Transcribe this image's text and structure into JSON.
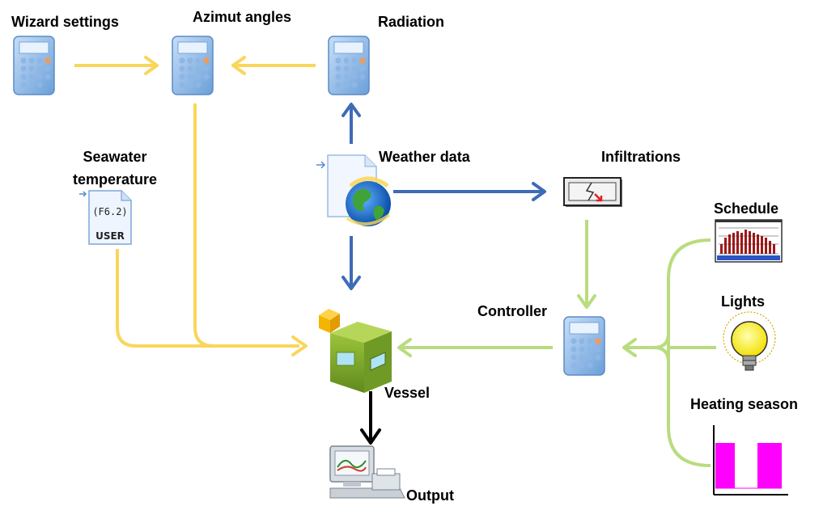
{
  "nodes": {
    "wizard_settings": {
      "label": "Wizard settings",
      "icon": "calculator-icon"
    },
    "azimut_angles": {
      "label": "Azimut angles",
      "icon": "calculator-icon"
    },
    "radiation": {
      "label": "Radiation",
      "icon": "calculator-icon"
    },
    "seawater_temperature": {
      "label": "Seawater temperature",
      "icon": "data-file-icon",
      "icon_text_top": "(F6.2)",
      "icon_text_bottom": "USER"
    },
    "weather_data": {
      "label": "Weather data",
      "icon": "weather-file-globe-icon"
    },
    "infiltrations": {
      "label": "Infiltrations",
      "icon": "infiltration-icon"
    },
    "schedule": {
      "label": "Schedule",
      "icon": "schedule-chart-icon"
    },
    "lights": {
      "label": "Lights",
      "icon": "light-bulb-icon"
    },
    "heating_season": {
      "label": "Heating season",
      "icon": "step-function-icon"
    },
    "controller": {
      "label": "Controller",
      "icon": "calculator-icon"
    },
    "vessel": {
      "label": "Vessel",
      "icon": "vessel-cube-icon"
    },
    "output": {
      "label": "Output",
      "icon": "printer-monitor-icon"
    }
  },
  "colors": {
    "yellow_flow": "#f9d65c",
    "blue_flow": "#3e6bb8",
    "green_flow": "#b9dc7e",
    "black_flow": "#000000",
    "calc_body": "#7fb2e6",
    "heating": "#ff00ff",
    "cube_green": "#7aa52a"
  }
}
